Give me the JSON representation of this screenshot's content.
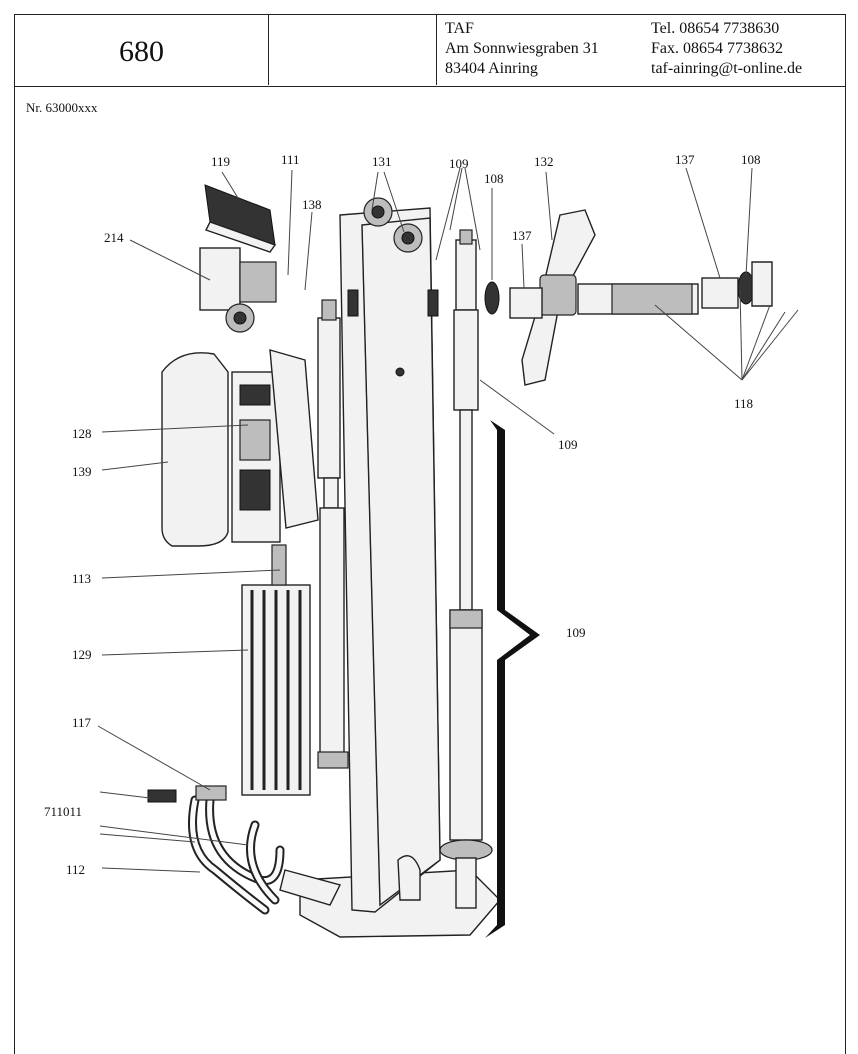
{
  "header": {
    "number": "680",
    "blank": "",
    "address": [
      "TAF",
      "Am Sonnwiesgraben 31",
      "83404 Ainring"
    ],
    "contact": [
      "Tel.  08654 7738630",
      "Fax.  08654 7738632",
      "taf-ainring@t-online.de"
    ]
  },
  "drawing": {
    "article_no": "Nr. 63000xxx",
    "labels": {
      "p119": "119",
      "p111": "111",
      "p138": "138",
      "p214": "214",
      "p131": "131",
      "p109a": "109",
      "p108a": "108",
      "p132": "132",
      "p137a": "137",
      "p137b": "137",
      "p108b": "108",
      "p118": "118",
      "p109b": "109",
      "p109c": "109",
      "p128": "128",
      "p139": "139",
      "p113": "113",
      "p129": "129",
      "p117": "117",
      "p711011": "711011",
      "p112": "112"
    }
  }
}
